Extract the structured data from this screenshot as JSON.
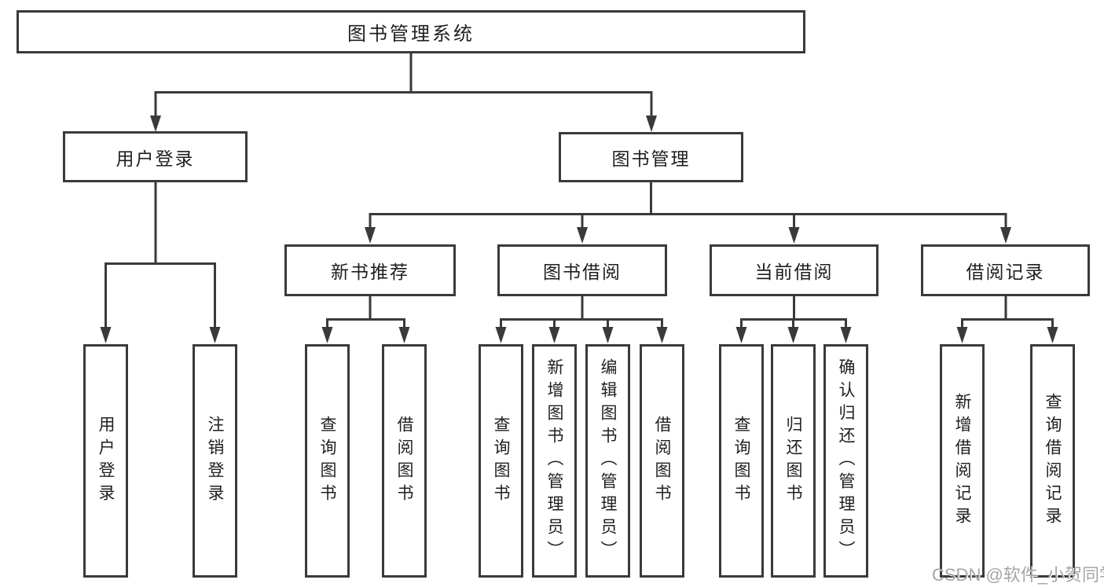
{
  "diagram": {
    "root": {
      "label": "图书管理系统"
    },
    "level2": {
      "user_login": {
        "label": "用户登录"
      },
      "book_mgmt": {
        "label": "图书管理"
      }
    },
    "level3": {
      "new_book_rec": {
        "label": "新书推荐"
      },
      "book_borrow": {
        "label": "图书借阅"
      },
      "current_borrow": {
        "label": "当前借阅"
      },
      "borrow_record": {
        "label": "借阅记录"
      }
    },
    "leaves": {
      "user_login_action": {
        "label": "用户登录"
      },
      "logout_action": {
        "label": "注销登录"
      },
      "rec_query_books": {
        "label": "查询图书"
      },
      "rec_borrow_books": {
        "label": "借阅图书"
      },
      "bb_query_books": {
        "label": "查询图书"
      },
      "bb_add_books": {
        "label": "新增图书（管理员）"
      },
      "bb_edit_books": {
        "label": "编辑图书（管理员）"
      },
      "bb_borrow_books": {
        "label": "借阅图书"
      },
      "cb_query_books": {
        "label": "查询图书"
      },
      "cb_return_books": {
        "label": "归还图书"
      },
      "cb_confirm_return": {
        "label": "确认归还（管理员）"
      },
      "br_add_record": {
        "label": "新增借阅记录"
      },
      "br_query_record": {
        "label": "查询借阅记录"
      }
    }
  },
  "watermark": {
    "text": "CSDN @软件_小贺同学"
  },
  "colors": {
    "line": "#3a3a3a",
    "text": "#1f1f1f",
    "background": "#ffffff",
    "watermark": "#a6a6a6"
  }
}
